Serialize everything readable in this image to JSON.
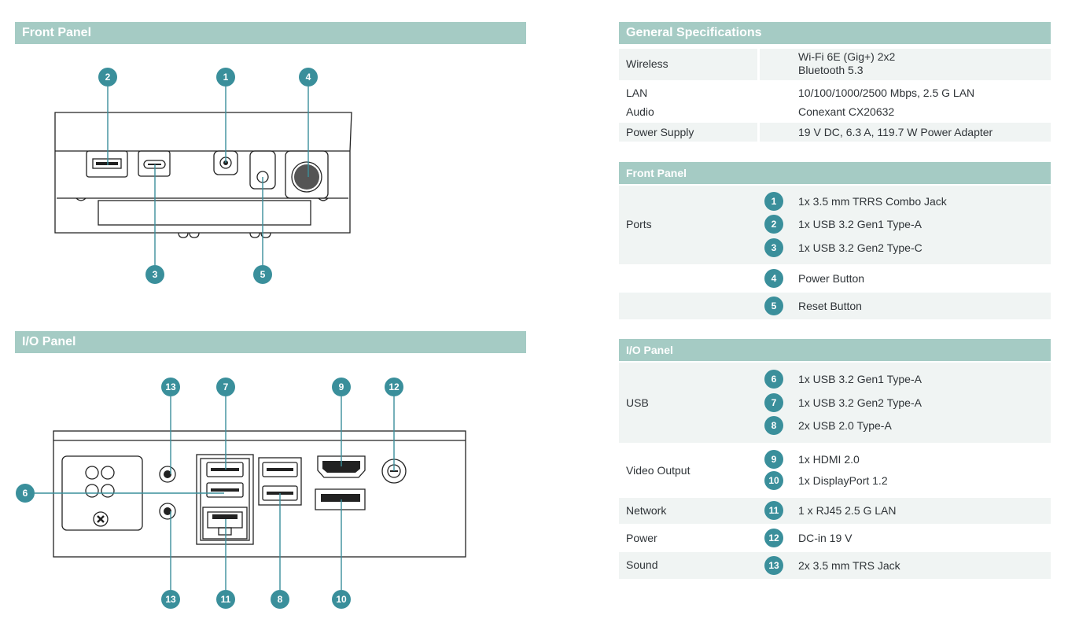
{
  "front_panel_section": {
    "title": "Front Panel"
  },
  "io_panel_section": {
    "title": "I/O Panel"
  },
  "front_callouts": [
    "2",
    "1",
    "4",
    "3",
    "5"
  ],
  "io_callouts": [
    "13",
    "7",
    "9",
    "12",
    "6",
    "13",
    "11",
    "8",
    "10"
  ],
  "specs": {
    "general": {
      "title": "General Specifications",
      "rows": [
        {
          "label": "Wireless",
          "value": [
            "Wi-Fi 6E (Gig+) 2x2",
            "Bluetooth 5.3"
          ]
        },
        {
          "label": "LAN",
          "value": [
            "10/100/1000/2500 Mbps, 2.5 G LAN"
          ]
        },
        {
          "label": "Audio",
          "value": [
            "Conexant CX20632"
          ]
        },
        {
          "label": "Power Supply",
          "value": [
            "19 V DC, 6.3 A, 119.7 W Power Adapter"
          ]
        }
      ]
    },
    "front_panel": {
      "title": "Front Panel",
      "ports_label": "Ports",
      "items": [
        {
          "num": "1",
          "text": "1x 3.5 mm TRRS Combo Jack"
        },
        {
          "num": "2",
          "text": "1x USB 3.2 Gen1 Type-A"
        },
        {
          "num": "3",
          "text": "1x USB 3.2 Gen2 Type-C"
        },
        {
          "num": "4",
          "text": "Power Button"
        },
        {
          "num": "5",
          "text": "Reset Button"
        }
      ]
    },
    "io_panel": {
      "title": "I/O Panel",
      "groups": [
        {
          "label": "USB",
          "items": [
            {
              "num": "6",
              "text": "1x USB 3.2 Gen1 Type-A"
            },
            {
              "num": "7",
              "text": "1x USB 3.2 Gen2 Type-A"
            },
            {
              "num": "8",
              "text": "2x USB 2.0 Type-A"
            }
          ]
        },
        {
          "label": "Video Output",
          "items": [
            {
              "num": "9",
              "text": "1x HDMI 2.0"
            },
            {
              "num": "10",
              "text": "1x DisplayPort 1.2"
            }
          ]
        },
        {
          "label": "Network",
          "items": [
            {
              "num": "11",
              "text": "1 x RJ45 2.5 G LAN"
            }
          ]
        },
        {
          "label": "Power",
          "items": [
            {
              "num": "12",
              "text": "DC-in 19 V"
            }
          ]
        },
        {
          "label": "Sound",
          "items": [
            {
              "num": "13",
              "text": "2x 3.5 mm TRS Jack"
            }
          ]
        }
      ]
    }
  },
  "colors": {
    "accent": "#3a8f9b",
    "header_bar": "#a5cbc4",
    "row_shade": "#f0f4f3"
  }
}
